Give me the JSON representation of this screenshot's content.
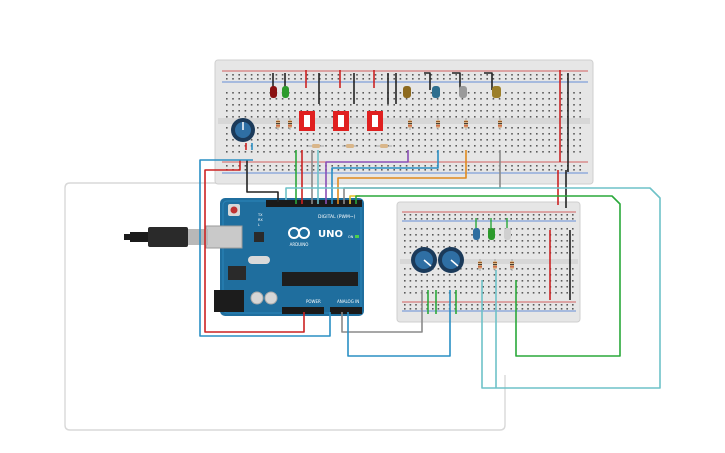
{
  "arduino": {
    "brand": "UNO",
    "maker": "ARDUINO",
    "digital_label": "DIGITAL (PWM~)",
    "power_label": "POWER",
    "analog_label": "ANALOG IN",
    "tx_label": "TX",
    "rx_label": "RX",
    "l_label": "L",
    "on_label": "ON"
  },
  "colors": {
    "board": "#1f6e9e",
    "breadboard": "#e4e4e4",
    "wire_red": "#cc2222",
    "wire_black": "#222222",
    "wire_blue": "#2a8fc4",
    "wire_teal": "#6ec2c8",
    "wire_green": "#2aa83a",
    "wire_orange": "#e08a1e",
    "wire_purple": "#8a4fb6",
    "wire_gray": "#8a8a8a",
    "wire_yellow": "#e4c22a"
  }
}
